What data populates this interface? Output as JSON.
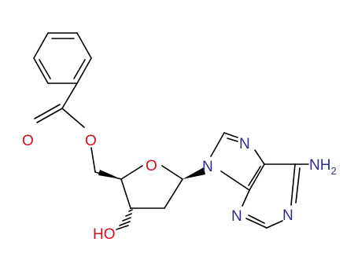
{
  "atoms": {
    "o_carbonyl": "O",
    "o_ester": "O",
    "o_ring": "O",
    "hydroxyl": "HO",
    "n9": "N",
    "n7": "N",
    "n3": "N",
    "n1": "N",
    "amine_n": "NH",
    "amine_h_count": "2"
  },
  "colors": {
    "oxygen": "#d0101e",
    "nitrogen": "#2e2e8c",
    "bond": "#000000"
  }
}
